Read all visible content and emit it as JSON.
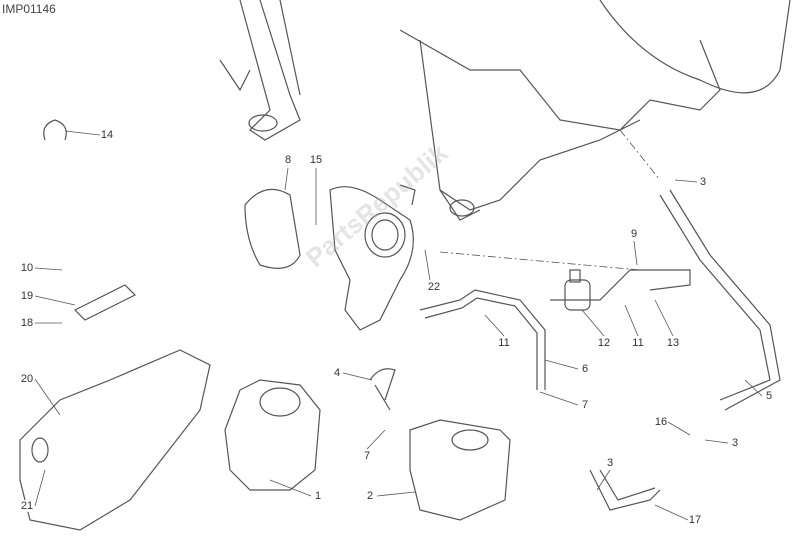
{
  "diagram_code": "IMP01146",
  "watermark": "PartsRepublik",
  "colors": {
    "line": "#555555",
    "text": "#333333"
  },
  "callouts": [
    {
      "id": "c14",
      "text": "14"
    },
    {
      "id": "c8",
      "text": "8"
    },
    {
      "id": "c15",
      "text": "15"
    },
    {
      "id": "c3a",
      "text": "3"
    },
    {
      "id": "c9",
      "text": "9"
    },
    {
      "id": "c10",
      "text": "10"
    },
    {
      "id": "c19",
      "text": "19"
    },
    {
      "id": "c18",
      "text": "18"
    },
    {
      "id": "c22",
      "text": "22"
    },
    {
      "id": "c11a",
      "text": "11"
    },
    {
      "id": "c12",
      "text": "12"
    },
    {
      "id": "c11b",
      "text": "11"
    },
    {
      "id": "c13",
      "text": "13"
    },
    {
      "id": "c4",
      "text": "4"
    },
    {
      "id": "c6",
      "text": "6"
    },
    {
      "id": "c7a",
      "text": "7"
    },
    {
      "id": "c20",
      "text": "20"
    },
    {
      "id": "c5",
      "text": "5"
    },
    {
      "id": "c7b",
      "text": "7"
    },
    {
      "id": "c16",
      "text": "16"
    },
    {
      "id": "c3b",
      "text": "3"
    },
    {
      "id": "c1",
      "text": "1"
    },
    {
      "id": "c2",
      "text": "2"
    },
    {
      "id": "c3c",
      "text": "3"
    },
    {
      "id": "c21",
      "text": "21"
    },
    {
      "id": "c17",
      "text": "17"
    }
  ]
}
